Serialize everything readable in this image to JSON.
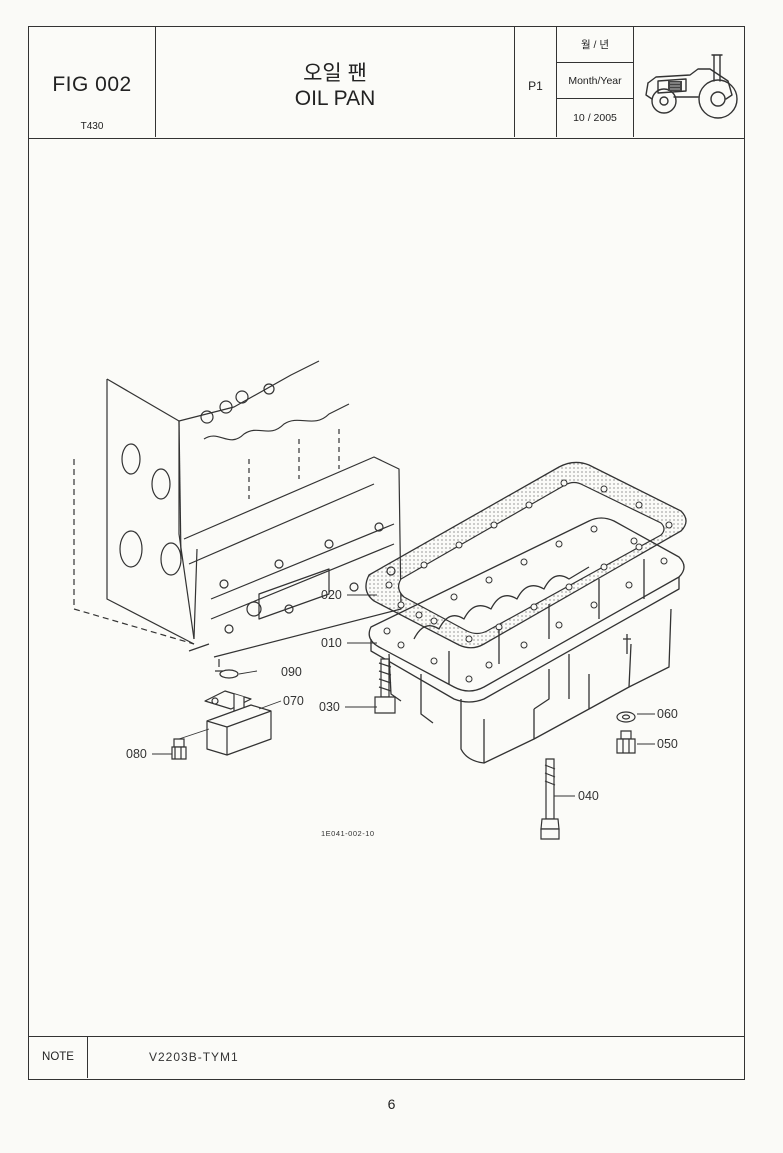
{
  "header": {
    "fig_no": "FIG 002",
    "model": "T430",
    "title_ko": "오일 팬",
    "title_en": "OIL PAN",
    "page": "P1",
    "date_label_ko": "월 / 년",
    "date_label_en": "Month/Year",
    "date_value": "10 / 2005"
  },
  "drawing": {
    "drawing_id": "1E041-002-10",
    "callouts": [
      "010",
      "020",
      "030",
      "040",
      "050",
      "060",
      "070",
      "080",
      "090"
    ]
  },
  "note": {
    "label": "NOTE",
    "text": "V2203B-TYM1"
  },
  "footer": {
    "page_number": "6"
  }
}
